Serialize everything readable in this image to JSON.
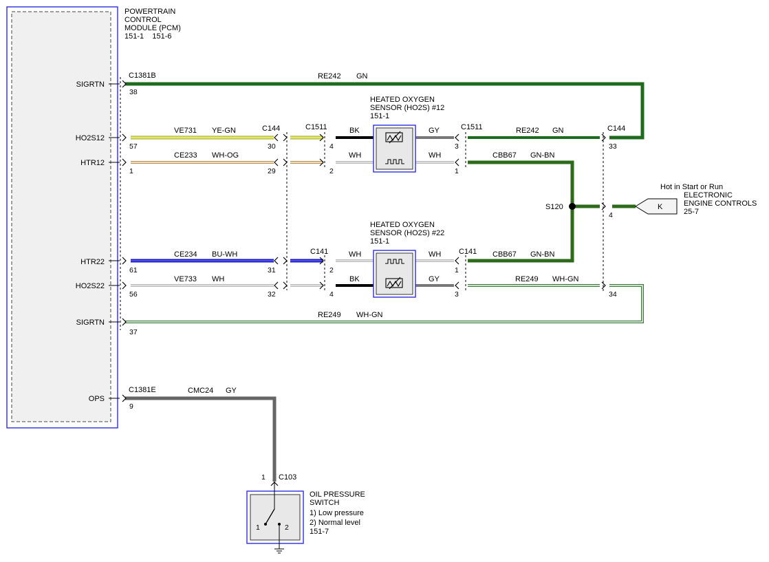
{
  "pcm": {
    "title_lines": [
      "POWERTRAIN",
      "CONTROL",
      "MODULE (PCM)",
      "151-1    151-6"
    ],
    "pins": [
      {
        "label": "SIGRTN",
        "num": "38"
      },
      {
        "label": "HO2S12",
        "num": "57"
      },
      {
        "label": "HTR12",
        "num": "1"
      },
      {
        "label": "HTR22",
        "num": "61"
      },
      {
        "label": "HO2S22",
        "num": "56"
      },
      {
        "label": "SIGRTN",
        "num": "37"
      },
      {
        "label": "OPS",
        "num": "9"
      }
    ],
    "connectors": [
      "C1381B",
      "C1381E"
    ]
  },
  "wires": {
    "re242_top": {
      "circuit": "RE242",
      "color": "GN"
    },
    "ve731": {
      "circuit": "VE731",
      "color": "YE-GN"
    },
    "ce233": {
      "circuit": "CE233",
      "color": "WH-OG"
    },
    "ce234": {
      "circuit": "CE234",
      "color": "BU-WH"
    },
    "ve733": {
      "circuit": "VE733",
      "color": "WH"
    },
    "re249_bottom": {
      "circuit": "RE249",
      "color": "WH-GN"
    },
    "cmc24": {
      "circuit": "CMC24",
      "color": "GY"
    },
    "re242_right": {
      "circuit": "RE242",
      "color": "GN"
    },
    "cbb67_top": {
      "circuit": "CBB67",
      "color": "GN-BN"
    },
    "cbb67_bottom": {
      "circuit": "CBB67",
      "color": "GN-BN"
    },
    "re249_right": {
      "circuit": "RE249",
      "color": "WH-GN"
    }
  },
  "connectors": {
    "c144_left": {
      "name": "C144",
      "pins": [
        "30",
        "29",
        "31",
        "32"
      ]
    },
    "c1511_left": {
      "name": "C1511",
      "pins": [
        "4",
        "2"
      ]
    },
    "c141_left": {
      "name": "C141",
      "pins": [
        "2",
        "4"
      ]
    },
    "c1511_right": {
      "name": "C1511",
      "pins": [
        "3",
        "1"
      ]
    },
    "c141_right": {
      "name": "C141",
      "pins": [
        "1",
        "3"
      ]
    },
    "c144_right": {
      "name": "C144",
      "pins": [
        "33",
        "4",
        "34"
      ]
    },
    "c103": {
      "name": "C103",
      "pin": "1"
    }
  },
  "sensor12": {
    "title_lines": [
      "HEATED OXYGEN",
      "SENSOR (HO2S) #12",
      "151-1"
    ],
    "wire_labels": [
      "BK",
      "GY",
      "WH",
      "WH"
    ]
  },
  "sensor22": {
    "title_lines": [
      "HEATED OXYGEN",
      "SENSOR (HO2S) #22",
      "151-1"
    ],
    "wire_labels": [
      "WH",
      "WH",
      "BK",
      "GY"
    ]
  },
  "splice": {
    "name": "S120"
  },
  "engine_controls": {
    "lines": [
      "Hot in Start or Run",
      "ELECTRONIC",
      "ENGINE CONTROLS",
      "25-7"
    ],
    "letter": "K"
  },
  "oil_switch": {
    "lines": [
      "OIL PRESSURE",
      "SWITCH",
      "1) Low pressure",
      "2) Normal level",
      "151-7"
    ],
    "pin_left": "1",
    "pin_right": "2"
  },
  "colors": {
    "gn": "#1e6b1e",
    "gn_bn": "#2d6a1a",
    "ye_gn": "#d8e04a",
    "wh_og": "#f0c890",
    "bu_wh": "#2a2ad0",
    "gy": "#777777",
    "module_blue": "#3a3ae0"
  }
}
